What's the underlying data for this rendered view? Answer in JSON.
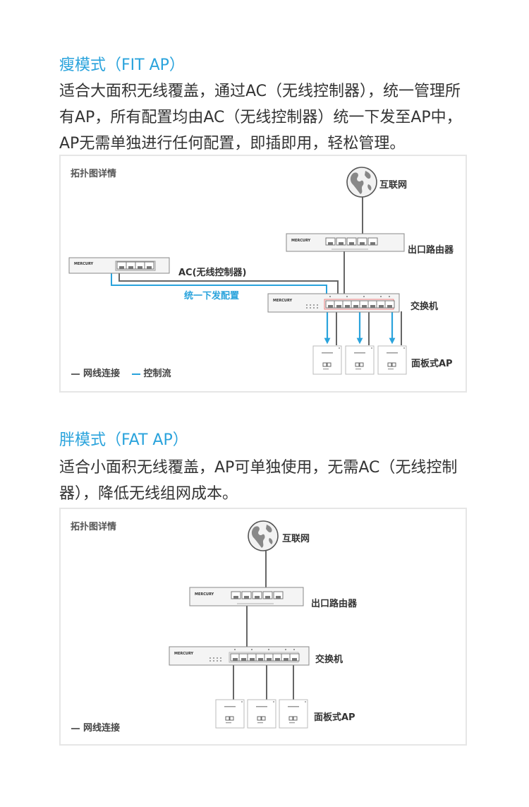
{
  "fit": {
    "title": "瘦模式（FIT AP）",
    "desc": "适合大面积无线覆盖，通过AC（无线控制器），统一管理所有AP，所有配置均由AC（无线控制器）统一下发至AP中，AP无需单独进行任何配置，即插即用，轻松管理。",
    "panel_label": "拓扑图详情",
    "labels": {
      "internet": "互联网",
      "router": "出口路由器",
      "ac": "AC(无线控制器)",
      "control": "统一下发配置",
      "switch": "交换机",
      "ap": "面板式AP"
    },
    "legend_wire": "网线连接",
    "legend_control": "控制流",
    "brand": "MERCURY"
  },
  "fat": {
    "title": "胖模式（FAT AP）",
    "desc": "适合小面积无线覆盖，AP可单独使用，无需AC（无线控制器），降低无线组网成本。",
    "panel_label": "拓扑图详情",
    "labels": {
      "internet": "互联网",
      "router": "出口路由器",
      "switch": "交换机",
      "ap": "面板式AP"
    },
    "legend_wire": "网线连接",
    "brand": "MERCURY"
  },
  "colors": {
    "accent": "#2aa3dc",
    "wire": "#666666",
    "text": "#333333"
  }
}
